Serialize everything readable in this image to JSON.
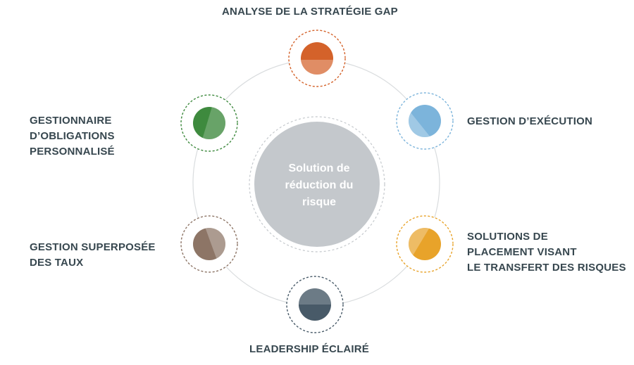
{
  "center": {
    "lines": [
      "Solution de",
      "réduction du",
      "risque"
    ],
    "color": "#c4c8cc"
  },
  "nodes": [
    {
      "id": "analyse-gap",
      "lines": [
        "ANALYSE DE LA STRATÉGIE GAP"
      ],
      "color": "#d4622a"
    },
    {
      "id": "gestion-execution",
      "lines": [
        "GESTION D’EXÉCUTION"
      ],
      "color": "#7cb4db"
    },
    {
      "id": "solutions-placement",
      "lines": [
        "SOLUTIONS DE",
        "PLACEMENT VISANT",
        "LE TRANSFERT DES RISQUES"
      ],
      "color": "#e8a32a"
    },
    {
      "id": "leadership-eclaire",
      "lines": [
        "LEADERSHIP ÉCLAIRÉ"
      ],
      "color": "#485a68"
    },
    {
      "id": "gestion-superposee",
      "lines": [
        "GESTION SUPERPOSÉE",
        "DES TAUX"
      ],
      "color": "#8d7566"
    },
    {
      "id": "gestionnaire-obligations",
      "lines": [
        "GESTIONNAIRE",
        "D’OBLIGATIONS",
        "PERSONNALISÉ"
      ],
      "color": "#3e8a3e"
    }
  ],
  "text_color": "#37474f",
  "ring_color": "#d9dcde"
}
